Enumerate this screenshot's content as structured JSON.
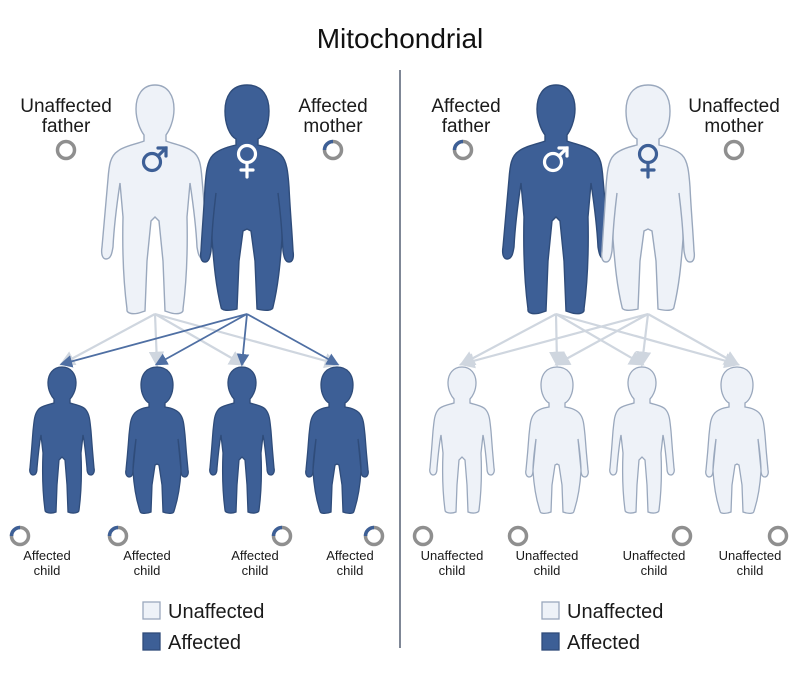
{
  "title": "Mitochondrial",
  "colors": {
    "affected": "#3d5f96",
    "affected_stroke": "#2f4c7a",
    "unaffected": "#eef2f8",
    "unaffected_stroke": "#9aa8bd",
    "arrow_affected": "#4f6fa3",
    "arrow_unaffected": "#cfd6df",
    "ring": "#8f8f8f",
    "divider": "#7f8796"
  },
  "icons": {
    "male": "male-symbol-icon",
    "female": "female-symbol-icon",
    "mito": "mitochondria-ring-icon"
  },
  "panels": [
    {
      "parents": [
        {
          "label_line1": "Unaffected",
          "label_line2": "father",
          "sex": "male",
          "affected": false,
          "ring_affected": false
        },
        {
          "label_line1": "Affected",
          "label_line2": "mother",
          "sex": "female",
          "affected": true,
          "ring_affected": true
        }
      ],
      "children": [
        {
          "label_line1": "Affected",
          "label_line2": "child",
          "sex": "male",
          "affected": true
        },
        {
          "label_line1": "Affected",
          "label_line2": "child",
          "sex": "female",
          "affected": true
        },
        {
          "label_line1": "Affected",
          "label_line2": "child",
          "sex": "male",
          "affected": true
        },
        {
          "label_line1": "Affected",
          "label_line2": "child",
          "sex": "female",
          "affected": true
        }
      ]
    },
    {
      "parents": [
        {
          "label_line1": "Affected",
          "label_line2": "father",
          "sex": "male",
          "affected": true,
          "ring_affected": true
        },
        {
          "label_line1": "Unaffected",
          "label_line2": "mother",
          "sex": "female",
          "affected": false,
          "ring_affected": false
        }
      ],
      "children": [
        {
          "label_line1": "Unaffected",
          "label_line2": "child",
          "sex": "male",
          "affected": false
        },
        {
          "label_line1": "Unaffected",
          "label_line2": "child",
          "sex": "female",
          "affected": false
        },
        {
          "label_line1": "Unaffected",
          "label_line2": "child",
          "sex": "male",
          "affected": false
        },
        {
          "label_line1": "Unaffected",
          "label_line2": "child",
          "sex": "female",
          "affected": false
        }
      ]
    }
  ],
  "legend": {
    "unaffected": "Unaffected",
    "affected": "Affected"
  }
}
